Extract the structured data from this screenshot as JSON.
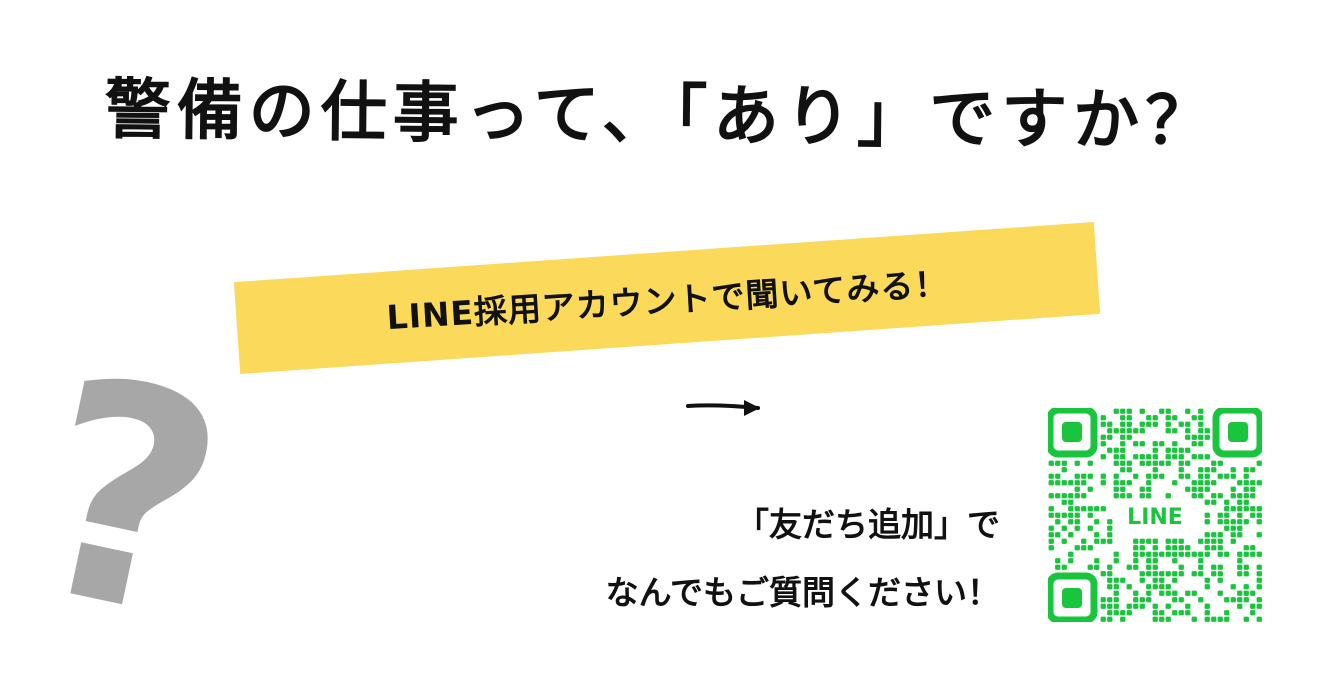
{
  "headline": "警備の仕事って、「あり」ですか？",
  "banner": {
    "text": "LINE採用アカウントで聞いてみる！"
  },
  "question_mark": "?",
  "message": {
    "line1": "「友だち追加」で",
    "line2": "なんでもご質問ください！"
  },
  "qr": {
    "label": "LINE",
    "color": "#19c53c"
  },
  "colors": {
    "banner_bg": "#fbd95a",
    "question_mark": "#a7a7a7",
    "text": "#111111"
  }
}
